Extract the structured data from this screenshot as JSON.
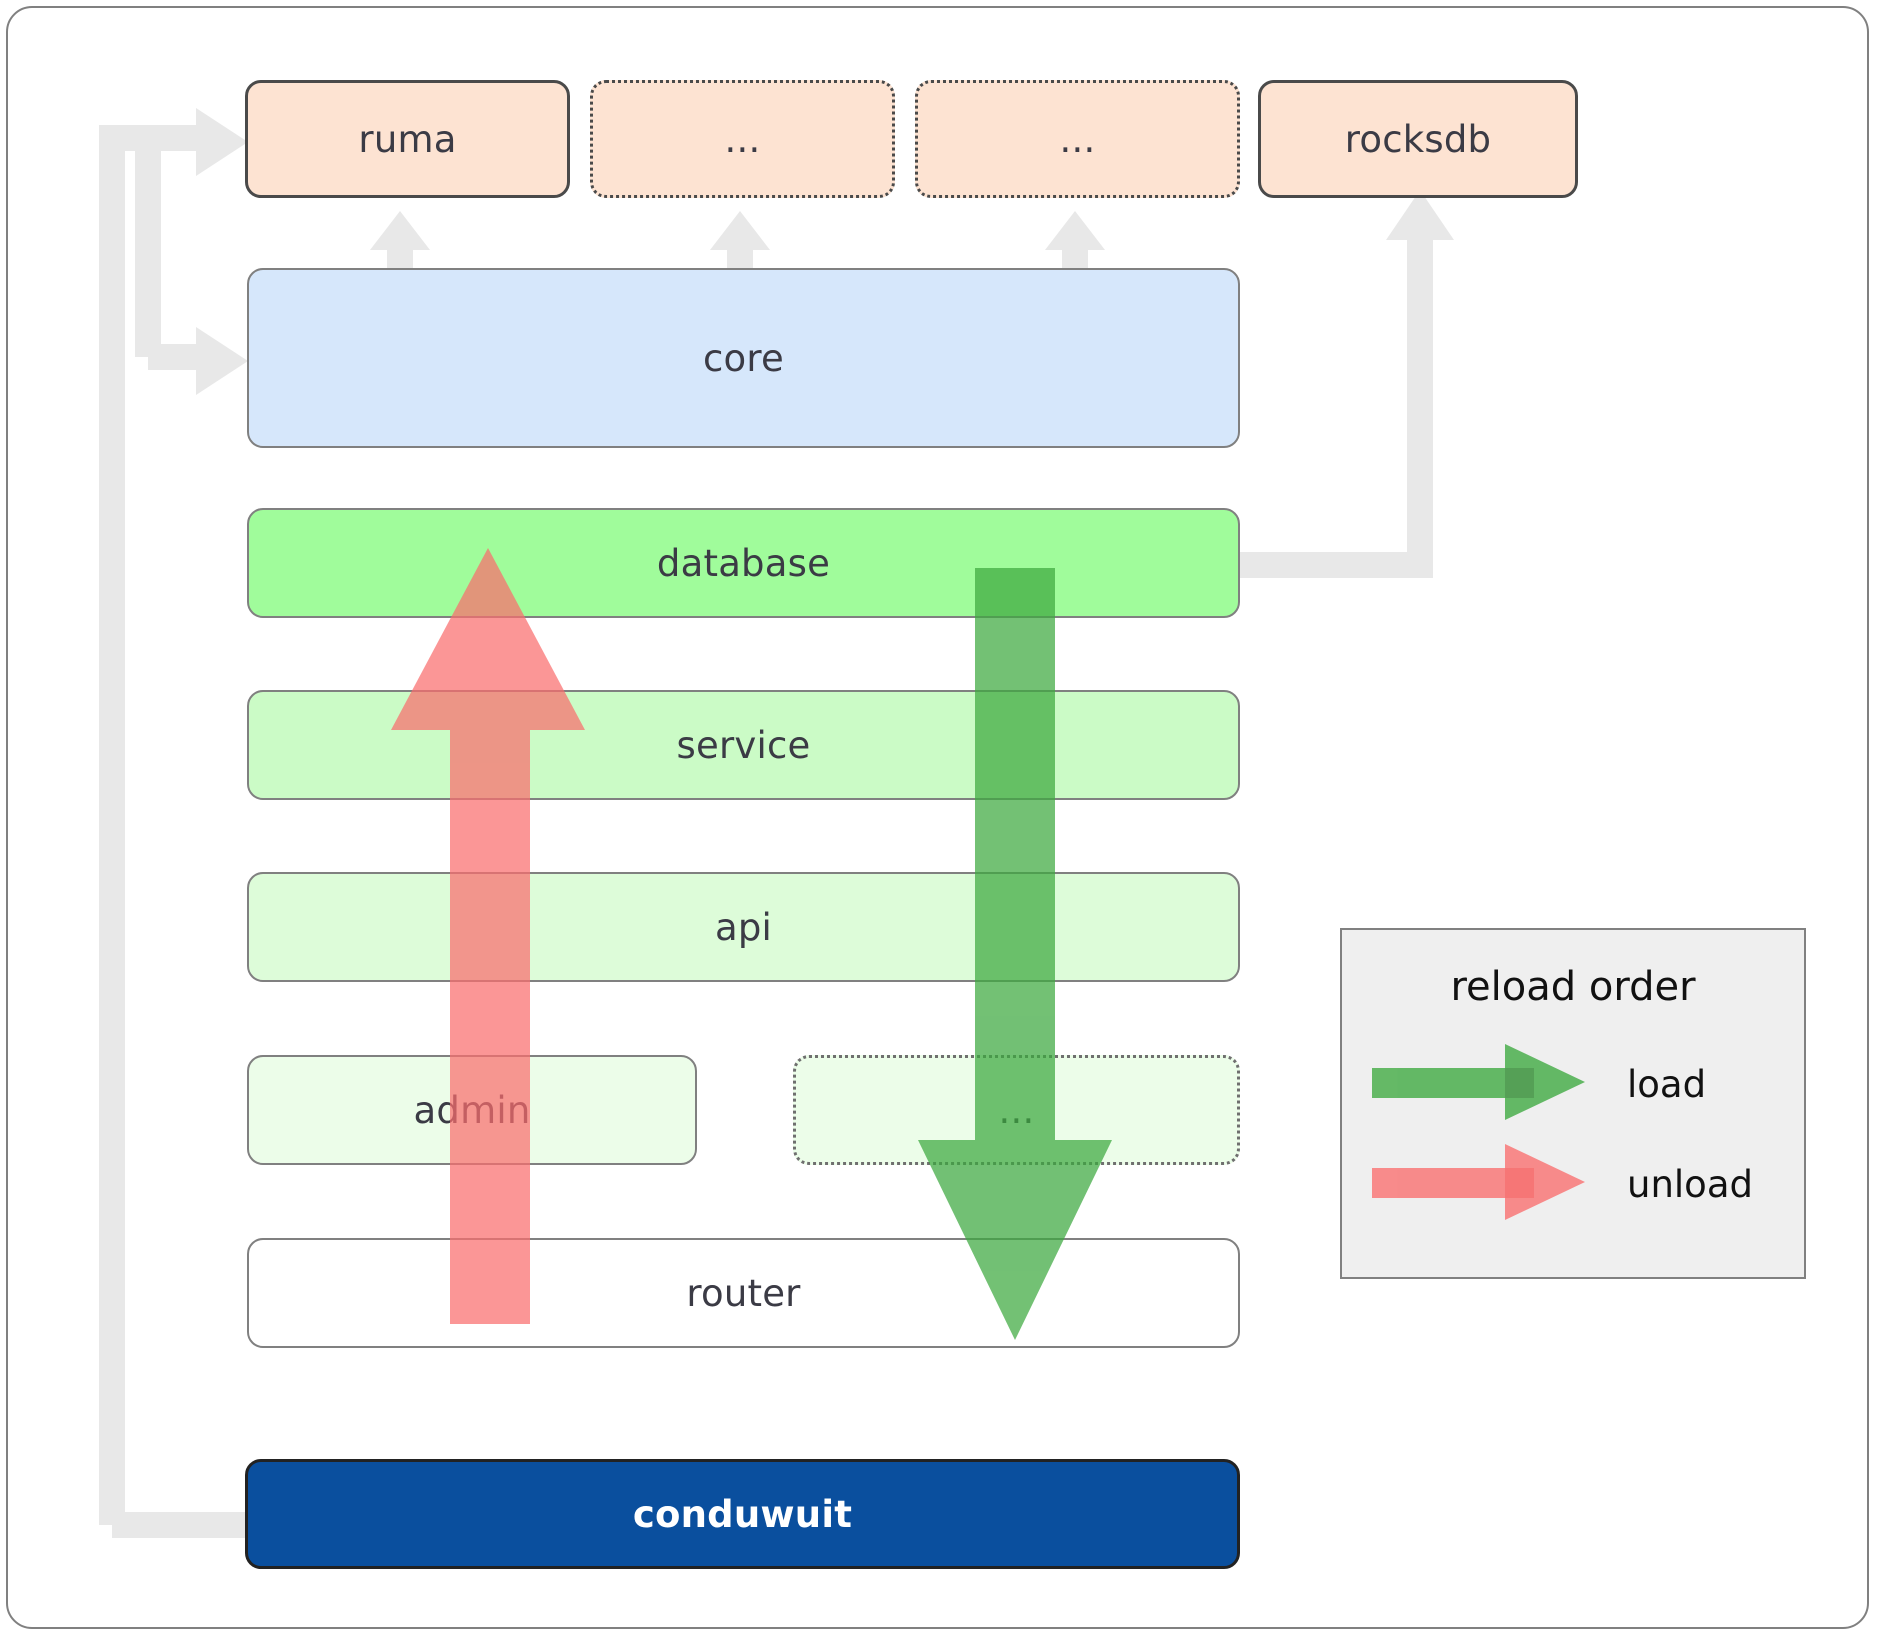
{
  "diagram": {
    "title": "conduwuit crate architecture / reload order",
    "colors": {
      "dependency_fill": "#fde3d2",
      "dependency_stroke": "#4a4a4a",
      "core_fill": "#d6e7fb",
      "database_fill": "#a0fc9b",
      "service_fill": "#cbfbc6",
      "api_fill": "#ddfcd9",
      "admin_fill": "#ecfde9",
      "router_fill": "#ffffff",
      "root_fill": "#0a4f9e",
      "root_text": "#ffffff",
      "connector_gray": "#e8e8e8",
      "load_green": "#4caf50",
      "unload_red": "#f98a8a",
      "legend_bg": "#efefef",
      "frame_stroke": "#808080"
    },
    "dependencies": [
      {
        "id": "ruma",
        "label": "ruma",
        "style": "solid"
      },
      {
        "id": "dep-ellipsis-1",
        "label": "...",
        "style": "dotted"
      },
      {
        "id": "dep-ellipsis-2",
        "label": "...",
        "style": "dotted"
      },
      {
        "id": "rocksdb",
        "label": "rocksdb",
        "style": "solid"
      }
    ],
    "core": {
      "id": "core",
      "label": "core"
    },
    "layers": [
      {
        "id": "database",
        "label": "database",
        "style": "solid"
      },
      {
        "id": "service",
        "label": "service",
        "style": "solid"
      },
      {
        "id": "api",
        "label": "api",
        "style": "solid"
      },
      {
        "id": "admin",
        "label": "admin",
        "style": "solid"
      },
      {
        "id": "layer-ellipsis",
        "label": "...",
        "style": "dotted"
      },
      {
        "id": "router",
        "label": "router",
        "style": "solid"
      }
    ],
    "root": {
      "id": "conduwuit",
      "label": "conduwuit"
    },
    "legend": {
      "title": "reload order",
      "items": [
        {
          "id": "load",
          "label": "load",
          "color": "#4caf50"
        },
        {
          "id": "unload",
          "label": "unload",
          "color": "#f98a8a"
        }
      ]
    },
    "flows": [
      {
        "id": "load-flow",
        "label": "load",
        "direction": "down",
        "from": "database",
        "to": "router"
      },
      {
        "id": "unload-flow",
        "label": "unload",
        "direction": "up",
        "from": "router",
        "to": "database"
      }
    ]
  }
}
